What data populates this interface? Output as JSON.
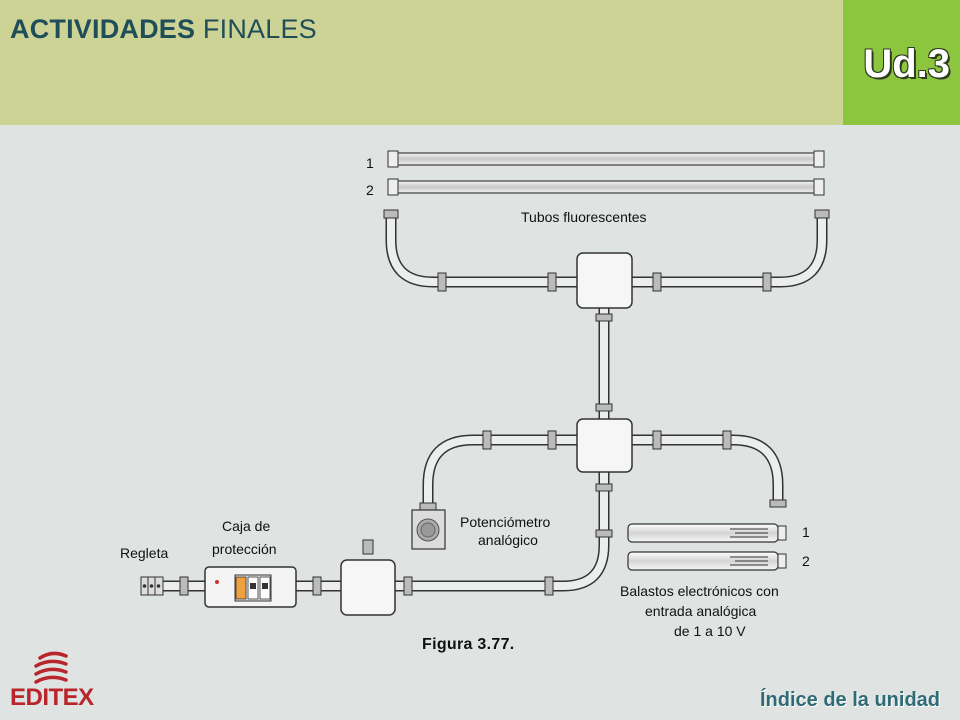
{
  "header": {
    "title_bold": "ACTIVIDADES",
    "title_rest": "FINALES",
    "unit": "Ud.3"
  },
  "figure": {
    "labels": {
      "tube1": "1",
      "tube2": "2",
      "tubes": "Tubos fluorescentes",
      "pot_line1": "Potenciómetro",
      "pot_line2": "analógico",
      "caja_line1": "Caja de",
      "caja_line2": "protección",
      "regleta": "Regleta",
      "bal1": "1",
      "bal2": "2",
      "bal_line1": "Balastos electrónicos con",
      "bal_line2": "entrada analógica",
      "bal_line3": "de 1 a 10 V"
    },
    "caption": "Figura 3.77."
  },
  "footer": {
    "brand": "EDITEX",
    "index_link": "Índice de la unidad"
  },
  "colors": {
    "header_bg": "#cdd395",
    "badge_bg": "#8cc63e",
    "title_color": "#1f4e59",
    "brand_red": "#b8252b",
    "link_color": "#2f6b76",
    "page_bg": "#dfe3e2"
  }
}
